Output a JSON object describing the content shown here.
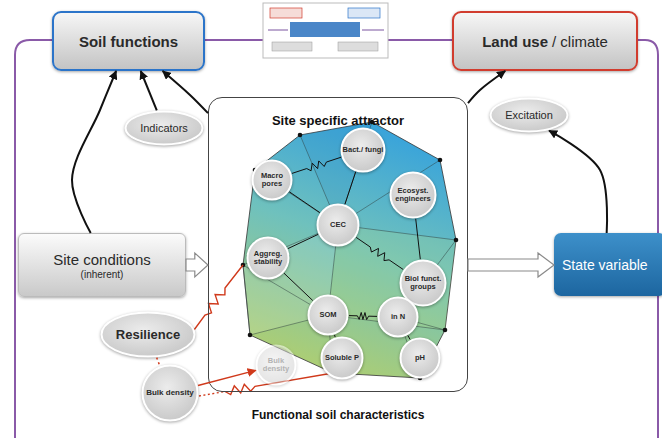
{
  "diagram": {
    "nodes": [
      {
        "text": [
          "Soil functions"
        ]
      },
      {
        "text": [
          "Land use",
          "/ climate"
        ]
      },
      {
        "text": [
          "Indicators"
        ]
      },
      {
        "text": [
          "Excitation"
        ]
      },
      {
        "text": [
          "Site conditions",
          "(inherent)"
        ]
      },
      {
        "text": [
          "Site specific attractor"
        ]
      },
      {
        "text": [
          "Macro pores"
        ],
        "in": 5
      },
      {
        "text": [
          "Bact./ fungi"
        ],
        "in": 5
      },
      {
        "text": [
          "Ecosyst. engineers"
        ],
        "in": 5
      },
      {
        "text": [
          "CEC"
        ],
        "in": 5
      },
      {
        "text": [
          "Aggreg. stability"
        ],
        "in": 5
      },
      {
        "text": [
          "Biol funct. groups"
        ],
        "in": 5
      },
      {
        "text": [
          "SOM"
        ],
        "in": 5
      },
      {
        "text": [
          "in N"
        ],
        "in": 5
      },
      {
        "text": [
          "Bulk density"
        ],
        "in": 5
      },
      {
        "text": [
          "Soluble P"
        ],
        "in": 5
      },
      {
        "text": [
          "pH"
        ],
        "in": 5
      },
      {
        "text": [
          "State variable"
        ]
      },
      {
        "text": [
          "Resilience"
        ]
      },
      {
        "text": [
          "Bulk density"
        ]
      }
    ],
    "edges": [
      {
        "from": 2,
        "to": 0,
        "arrow": "to"
      },
      {
        "from": 4,
        "to": 0,
        "arrow": "to"
      },
      {
        "from": 5,
        "to": 0,
        "arrow": "to"
      },
      {
        "from": 5,
        "to": 1,
        "arrow": "to"
      },
      {
        "from": 17,
        "to": 3,
        "arrow": "to"
      },
      {
        "from": 4,
        "to": 5,
        "arrow": "to"
      },
      {
        "from": 5,
        "to": 17,
        "arrow": "to"
      },
      {
        "from": 19,
        "to": 14,
        "arrow": "to"
      },
      {
        "from": 18,
        "to": 19,
        "arrow": "none"
      },
      {
        "from": 6,
        "to": 7,
        "arrow": "none"
      },
      {
        "from": 6,
        "to": 9,
        "arrow": "none"
      },
      {
        "from": 7,
        "to": 9,
        "arrow": "none"
      },
      {
        "from": 9,
        "to": 10,
        "arrow": "none"
      },
      {
        "from": 9,
        "to": 11,
        "arrow": "none"
      },
      {
        "from": 12,
        "to": 13,
        "arrow": "none"
      },
      {
        "from": 12,
        "to": 15,
        "arrow": "none"
      },
      {
        "from": 10,
        "to": 12,
        "arrow": "none"
      },
      {
        "from": 13,
        "to": 16,
        "arrow": "none"
      },
      {
        "from": 8,
        "to": 11,
        "arrow": "none"
      }
    ],
    "labels": [
      "Functional soil characteristics"
    ]
  }
}
